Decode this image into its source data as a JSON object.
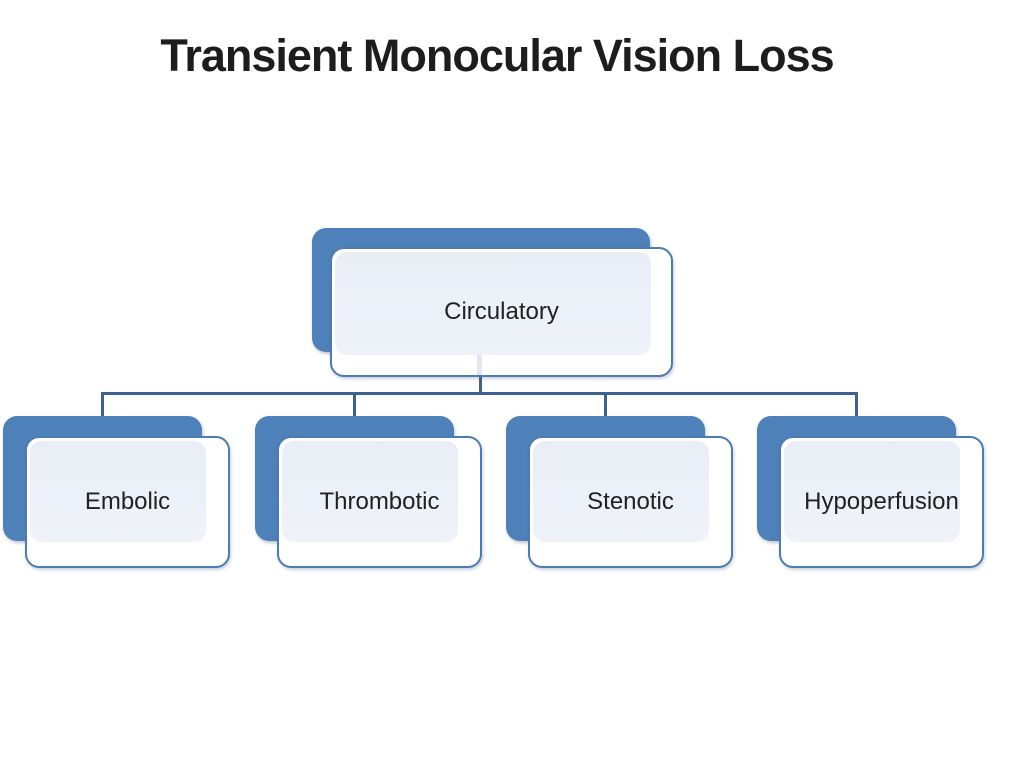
{
  "slide": {
    "title": "Transient Monocular Vision Loss"
  },
  "diagram": {
    "type": "hierarchy",
    "root": {
      "label": "Circulatory"
    },
    "children": [
      {
        "label": "Embolic"
      },
      {
        "label": "Thrombotic"
      },
      {
        "label": "Stenotic"
      },
      {
        "label": "Hypoperfusion"
      }
    ]
  },
  "colors": {
    "background": "#ffffff",
    "node_back": "#4e81ba",
    "node_border": "#4d7cb3",
    "node_panel": "#e9eef6",
    "node_panel_2": "#eff2f9",
    "connector": "#3f6191",
    "title_text": "#1d1d1d",
    "node_text": "#212121"
  }
}
